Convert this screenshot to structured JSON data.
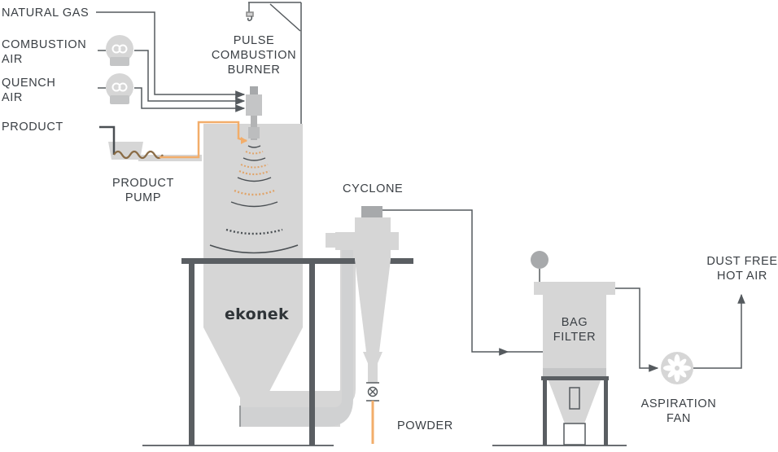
{
  "labels": {
    "natural_gas": "NATURAL GAS",
    "combustion_air_1": "COMBUSTION",
    "combustion_air_2": "AIR",
    "quench_air_1": "QUENCH",
    "quench_air_2": "AIR",
    "product": "PRODUCT",
    "product_pump_1": "PRODUCT",
    "product_pump_2": "PUMP",
    "pulse_burner_1": "PULSE",
    "pulse_burner_2": "COMBUSTION",
    "pulse_burner_3": "BURNER",
    "cyclone": "CYCLONE",
    "powder": "POWDER",
    "bag_filter_1": "BAG",
    "bag_filter_2": "FILTER",
    "aspiration_fan_1": "ASPIRATION",
    "aspiration_fan_2": "FAN",
    "dust_free_1": "DUST FREE",
    "dust_free_2": "HOT AIR"
  },
  "brand": "ekonek",
  "colors": {
    "line": "#555a5e",
    "equipment": "#d6d6d6",
    "equipment_dark": "#a7a9ab",
    "structure": "#5a5e62",
    "product_flow": "#f2ad6a",
    "spray_orange": "#e0a46a",
    "spray_dark": "#4a4f53"
  }
}
